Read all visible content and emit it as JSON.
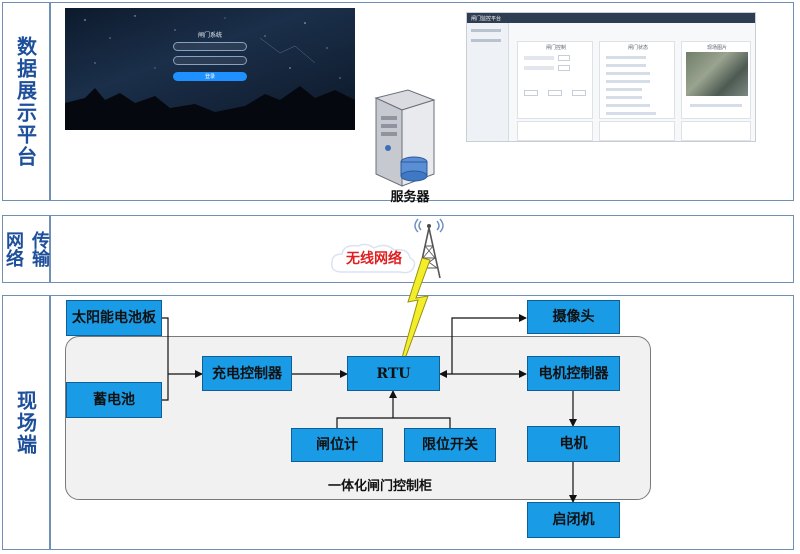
{
  "sections": {
    "display": "数据展示平台",
    "network_col1": "网络",
    "network_col2": "传输",
    "field": "现场端"
  },
  "server_label": "服务器",
  "wireless_label": "无线网络",
  "cabinet_label": "一体化闸门控制柜",
  "boxes": {
    "solar": "太阳能电池板",
    "battery": "蓄电池",
    "charge_ctrl": "充电控制器",
    "rtu": "RTU",
    "camera": "摄像头",
    "motor_ctrl": "电机控制器",
    "gate_meter": "闸位计",
    "limit_switch": "限位开关",
    "motor": "电机",
    "hoist": "启闭机"
  },
  "colors": {
    "box_fill": "#1a9be6",
    "box_border": "#0d5f9a",
    "section_text": "#1e4f9a",
    "band_border": "#6f8fb5",
    "wireless_red": "#e02020",
    "lightning": "#f2ef2a"
  },
  "login_screen": {
    "title": "闸门系统",
    "login_button": "登录"
  },
  "dashboard_screen": {
    "title": "闸门监控平台",
    "panel_titles": [
      "闸门控制",
      "闸门状态",
      "现场图片"
    ]
  }
}
